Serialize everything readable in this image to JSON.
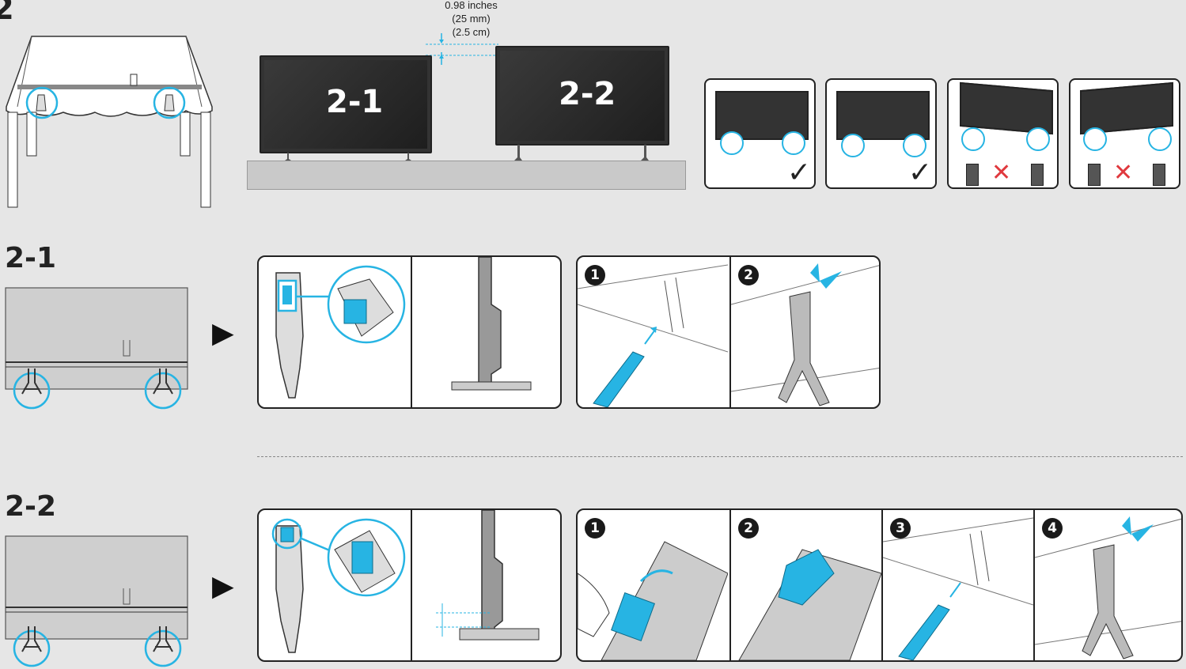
{
  "header_step": "2",
  "measurement": {
    "inches": "0.98 inches",
    "mm": "(25 mm)",
    "cm": "(2.5 cm)"
  },
  "tv_labels": {
    "tv1": "2-1",
    "tv2": "2-2"
  },
  "compatibility": [
    {
      "result": "ok",
      "symbol": "✓"
    },
    {
      "result": "ok",
      "symbol": "✓"
    },
    {
      "result": "no",
      "symbol": "✕"
    },
    {
      "result": "no",
      "symbol": "✕"
    }
  ],
  "section_2_1": {
    "title": "2-1",
    "steps": [
      "1",
      "2"
    ]
  },
  "section_2_2": {
    "title": "2-2",
    "steps": [
      "1",
      "2",
      "3",
      "4"
    ]
  },
  "colors": {
    "accent": "#27b4e3",
    "dark": "#222222",
    "panel_bg": "#ffffff",
    "page_bg": "#e6e6e6",
    "error": "#e0393e"
  },
  "arrow_symbol": "▶"
}
